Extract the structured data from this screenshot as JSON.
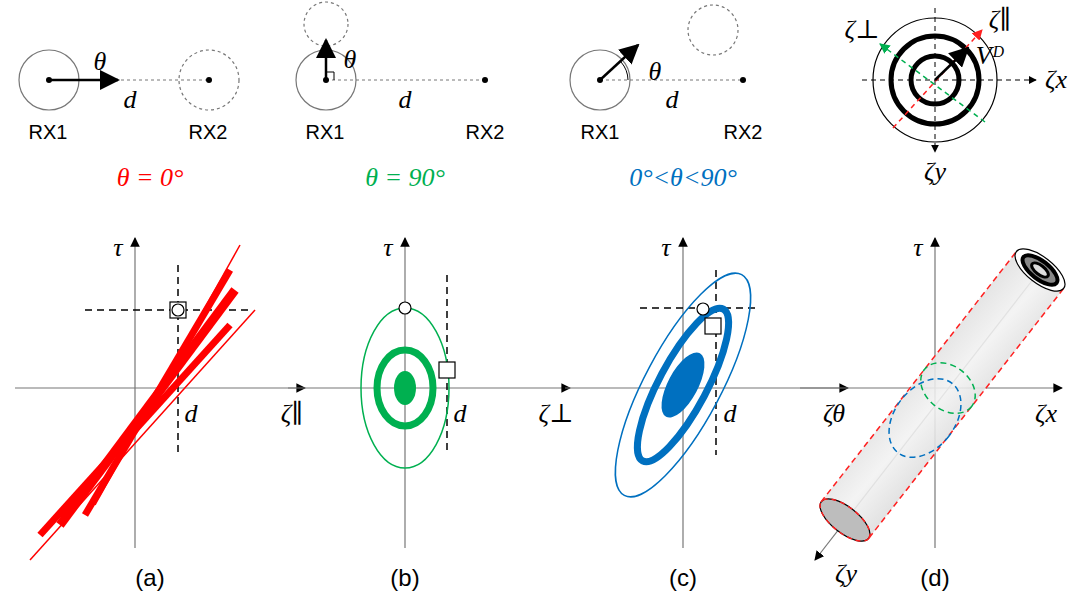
{
  "diagram": {
    "labels": [
      "θ",
      "d",
      "RX1",
      "RX2",
      "θ",
      "d",
      "RX1",
      "RX2",
      "θ",
      "d",
      "RX1",
      "RX2",
      "ζ⊥",
      "ζ∥",
      "Vᴰ",
      "ζx",
      "ζy",
      "θ = 0°",
      "θ = 90°",
      "0°<θ<90°",
      "τ",
      "d",
      "ζ∥",
      "τ",
      "d",
      "ζ⊥",
      "τ",
      "d",
      "ζθ",
      "τ",
      "ζx",
      "ζy",
      "(a)",
      "(b)",
      "(c)",
      "(d)"
    ]
  }
}
